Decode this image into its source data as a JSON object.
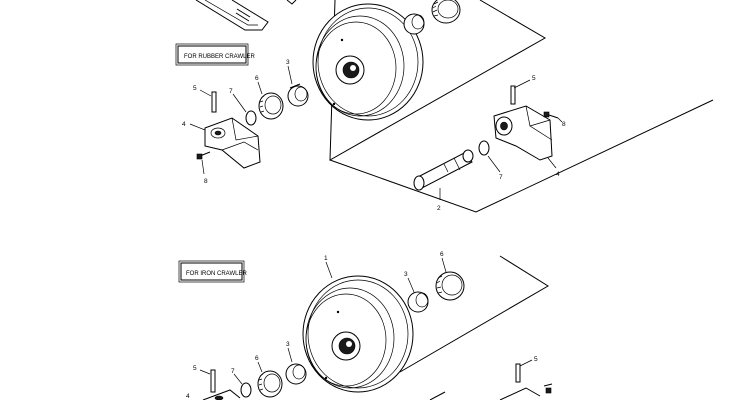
{
  "sections": {
    "rubber": {
      "label": "FOR RUBBER CRAWLER"
    },
    "iron": {
      "label": "FOR IRON CRAWLER"
    }
  },
  "callouts": {
    "rubber": {
      "n1": "",
      "n2": "2",
      "n3": "3",
      "n4_left": "4",
      "n4_right": "4",
      "n5_left": "5",
      "n5_right": "5",
      "n6": "6",
      "n7_left": "7",
      "n7_right": "7",
      "n8_left": "8",
      "n8_right": "8"
    },
    "iron": {
      "n1": "1",
      "n3_top": "3",
      "n6_top": "6",
      "n3": "3",
      "n4": "4",
      "n5_left": "5",
      "n5_right": "5",
      "n6": "6",
      "n7": "7"
    }
  }
}
